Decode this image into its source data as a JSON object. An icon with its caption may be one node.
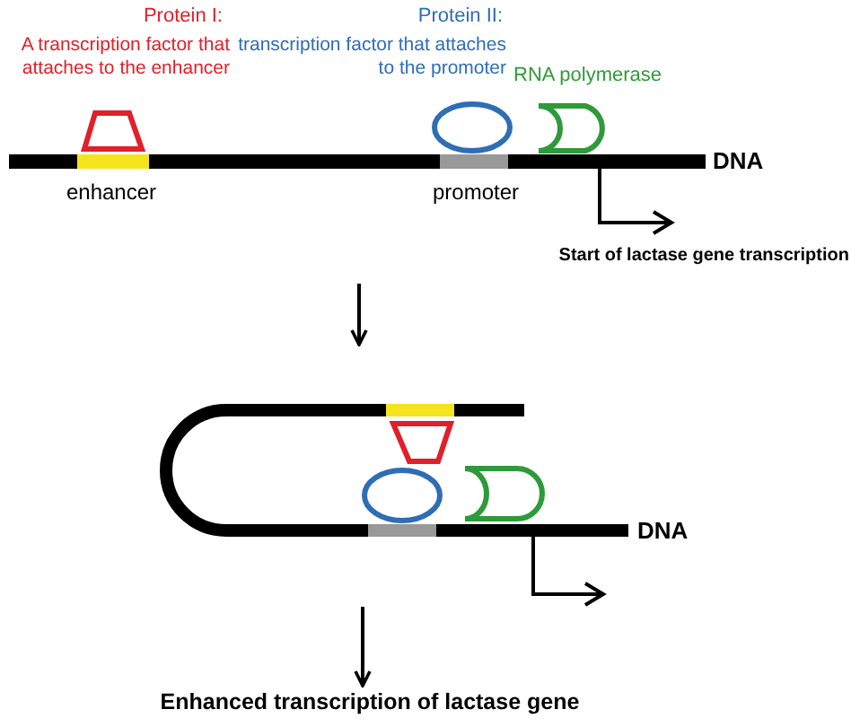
{
  "diagram": {
    "nodes": [
      {
        "text": [],
        "shape": "picture"
      },
      {
        "text": [],
        "shape": "picture"
      },
      {
        "text": [
          "Enhanced transcription of lactase gene"
        ]
      }
    ],
    "edges": [
      {
        "from": 0,
        "to": 1,
        "arrow": "to"
      },
      {
        "from": 1,
        "to": 2,
        "arrow": "to"
      }
    ],
    "labels": [
      "Protein I:",
      "A transcription factor that attaches to the enhancer",
      "Protein II:",
      "transcription factor that attaches to the promoter",
      "RNA polymerase",
      "DNA",
      "enhancer",
      "promoter",
      "Start of lactase gene transcription",
      "DNA"
    ]
  }
}
